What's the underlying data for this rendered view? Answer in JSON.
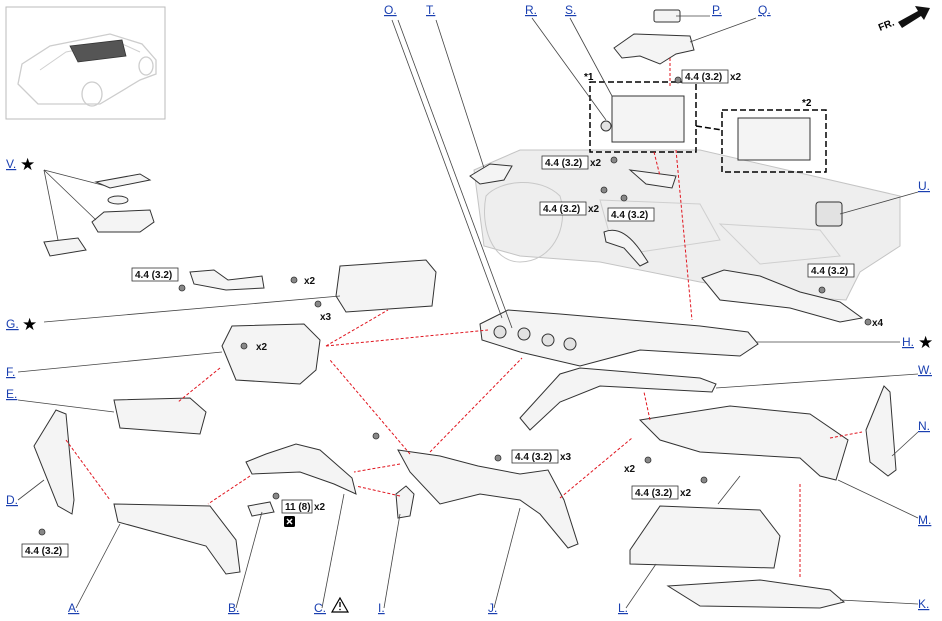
{
  "callouts": {
    "O": "O.",
    "T": "T.",
    "R": "R.",
    "S": "S.",
    "P": "P.",
    "Q": "Q.",
    "U": "U.",
    "V": "V.",
    "G": "G.",
    "H": "H.",
    "F": "F.",
    "E": "E.",
    "W": "W.",
    "D": "D.",
    "N": "N.",
    "M": "M.",
    "A": "A.",
    "B": "B.",
    "C": "C.",
    "I": "I.",
    "J": "J.",
    "L": "L.",
    "K": "K."
  },
  "torque": {
    "t1": "4.4 (3.2)",
    "t2": "4.4 (3.2)",
    "t3": "4.4 (3.2)",
    "t4": "4.4 (3.2)",
    "t5": "4.4 (3.2)",
    "t6": "4.4 (3.2)",
    "t7": "4.4 (3.2)",
    "t8": "4.4 (3.2)",
    "t9": "4.4 (3.2)",
    "t10": "11 (8)"
  },
  "multipliers": {
    "m_q": "x2",
    "m_sbrk": "x2",
    "m_s2": "x2",
    "m_g": "x2",
    "m_g3": "x3",
    "m_f": "x2",
    "m_j": "x3",
    "m_l": "x2",
    "m_l2": "x2",
    "m_h": "x4",
    "m_b": "x2"
  },
  "notes": {
    "n1": "*1",
    "n2": "*2"
  },
  "star_glyph": "★",
  "front_label": "FR.",
  "icons": {
    "star": "star-icon",
    "warning": "warning-triangle-icon",
    "no_reuse": "x-box-icon",
    "front_arrow": "front-arrow-icon",
    "vehicle": "vehicle-locator-icon"
  },
  "colors": {
    "link": "#1a3fb0",
    "arrow": "#e0141e",
    "line": "#333333"
  }
}
